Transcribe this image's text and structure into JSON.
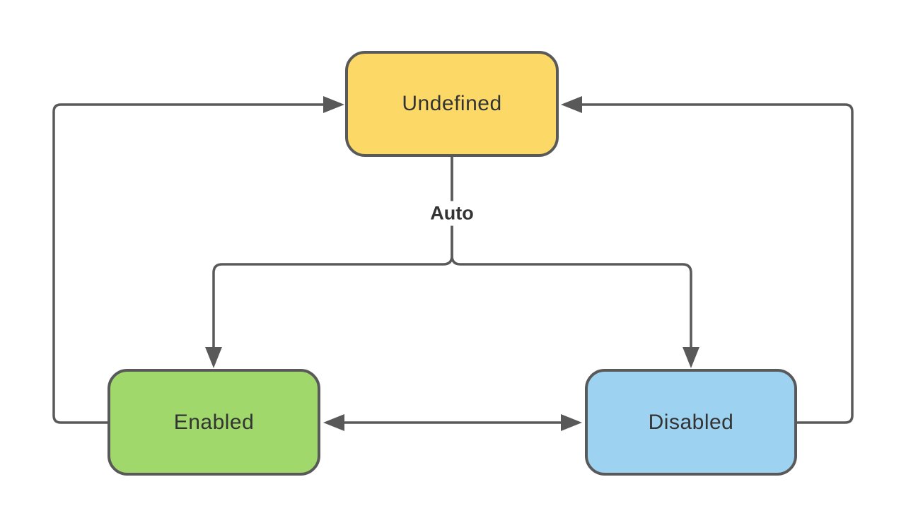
{
  "diagram": {
    "type": "state-diagram",
    "background": "#ffffff",
    "stroke_color": "#595959",
    "text_color": "#333333",
    "nodes": [
      {
        "id": "undefined",
        "label": "Undefined",
        "fill": "#fcd967",
        "position": "top-center"
      },
      {
        "id": "enabled",
        "label": "Enabled",
        "fill": "#a0d86c",
        "position": "bottom-left"
      },
      {
        "id": "disabled",
        "label": "Disabled",
        "fill": "#9dd2f1",
        "position": "bottom-right"
      }
    ],
    "edge_labels": {
      "auto": "Auto"
    },
    "edges": [
      {
        "from": "undefined",
        "to": "enabled",
        "label": "Auto",
        "style": "fork-branch-left"
      },
      {
        "from": "undefined",
        "to": "disabled",
        "label": "Auto",
        "style": "fork-branch-right"
      },
      {
        "from": "enabled",
        "to": "disabled",
        "bidirectional": true
      },
      {
        "from": "enabled",
        "to": "undefined",
        "style": "loop-left"
      },
      {
        "from": "disabled",
        "to": "undefined",
        "style": "loop-right"
      }
    ]
  }
}
